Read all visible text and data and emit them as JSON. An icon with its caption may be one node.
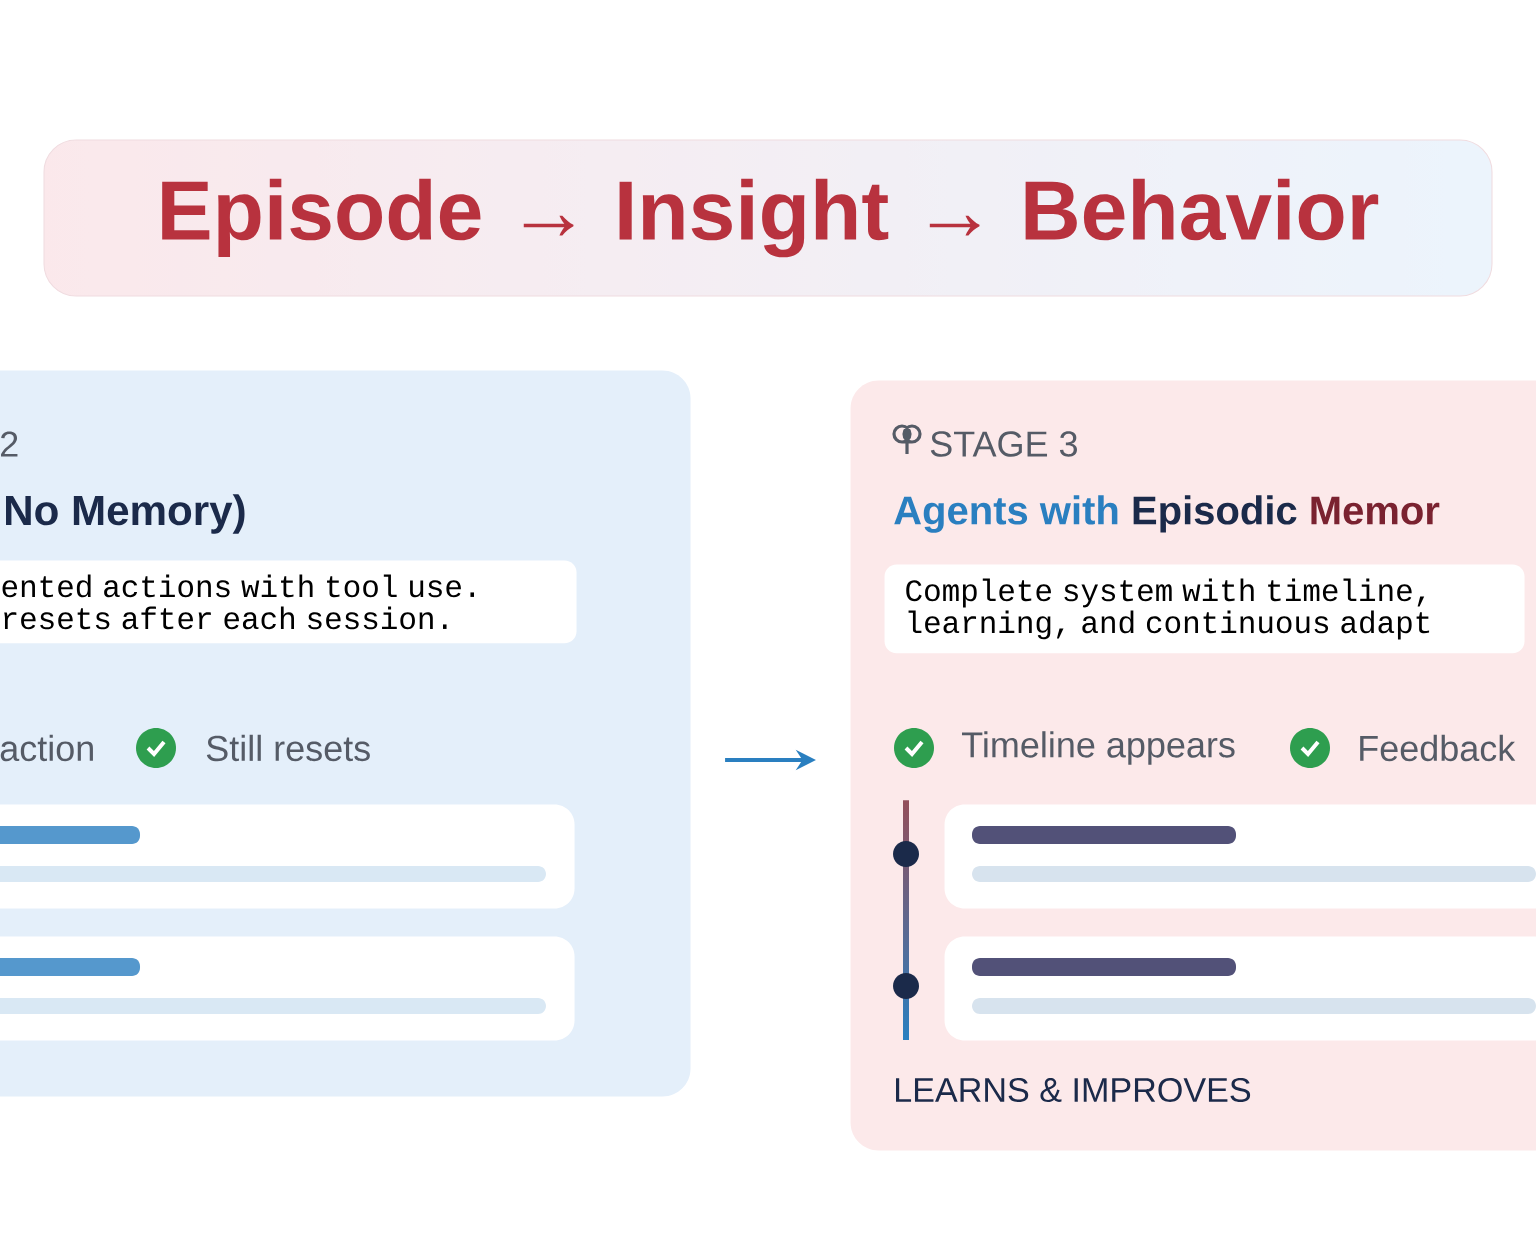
{
  "diagram": {
    "nodes": [
      {
        "text": [
          "Episode → Insight → Behavior"
        ]
      },
      {
        "text": [
          "2",
          "No Memory)"
        ]
      },
      {
        "text": [
          "ented actions with tool use. resets after each session."
        ],
        "in": 1
      },
      {
        "text": [],
        "shape": "box",
        "in": 1
      },
      {
        "text": [],
        "shape": "box",
        "in": 1
      },
      {
        "text": [
          "STAGE 3",
          "Agents with",
          "Episodic",
          "Memor",
          "LEARNS & IMPROVES"
        ]
      },
      {
        "text": [
          "Complete system with timeline, learning, and continuous adapt"
        ],
        "in": 5
      },
      {
        "text": [],
        "shape": "box",
        "in": 5
      },
      {
        "text": [],
        "shape": "box",
        "in": 5
      }
    ],
    "edges": [
      {
        "from": 1,
        "to": 5,
        "arrow": "to"
      }
    ],
    "labels": [
      "action",
      "Still resets",
      "Timeline appears",
      "Feedback"
    ]
  }
}
